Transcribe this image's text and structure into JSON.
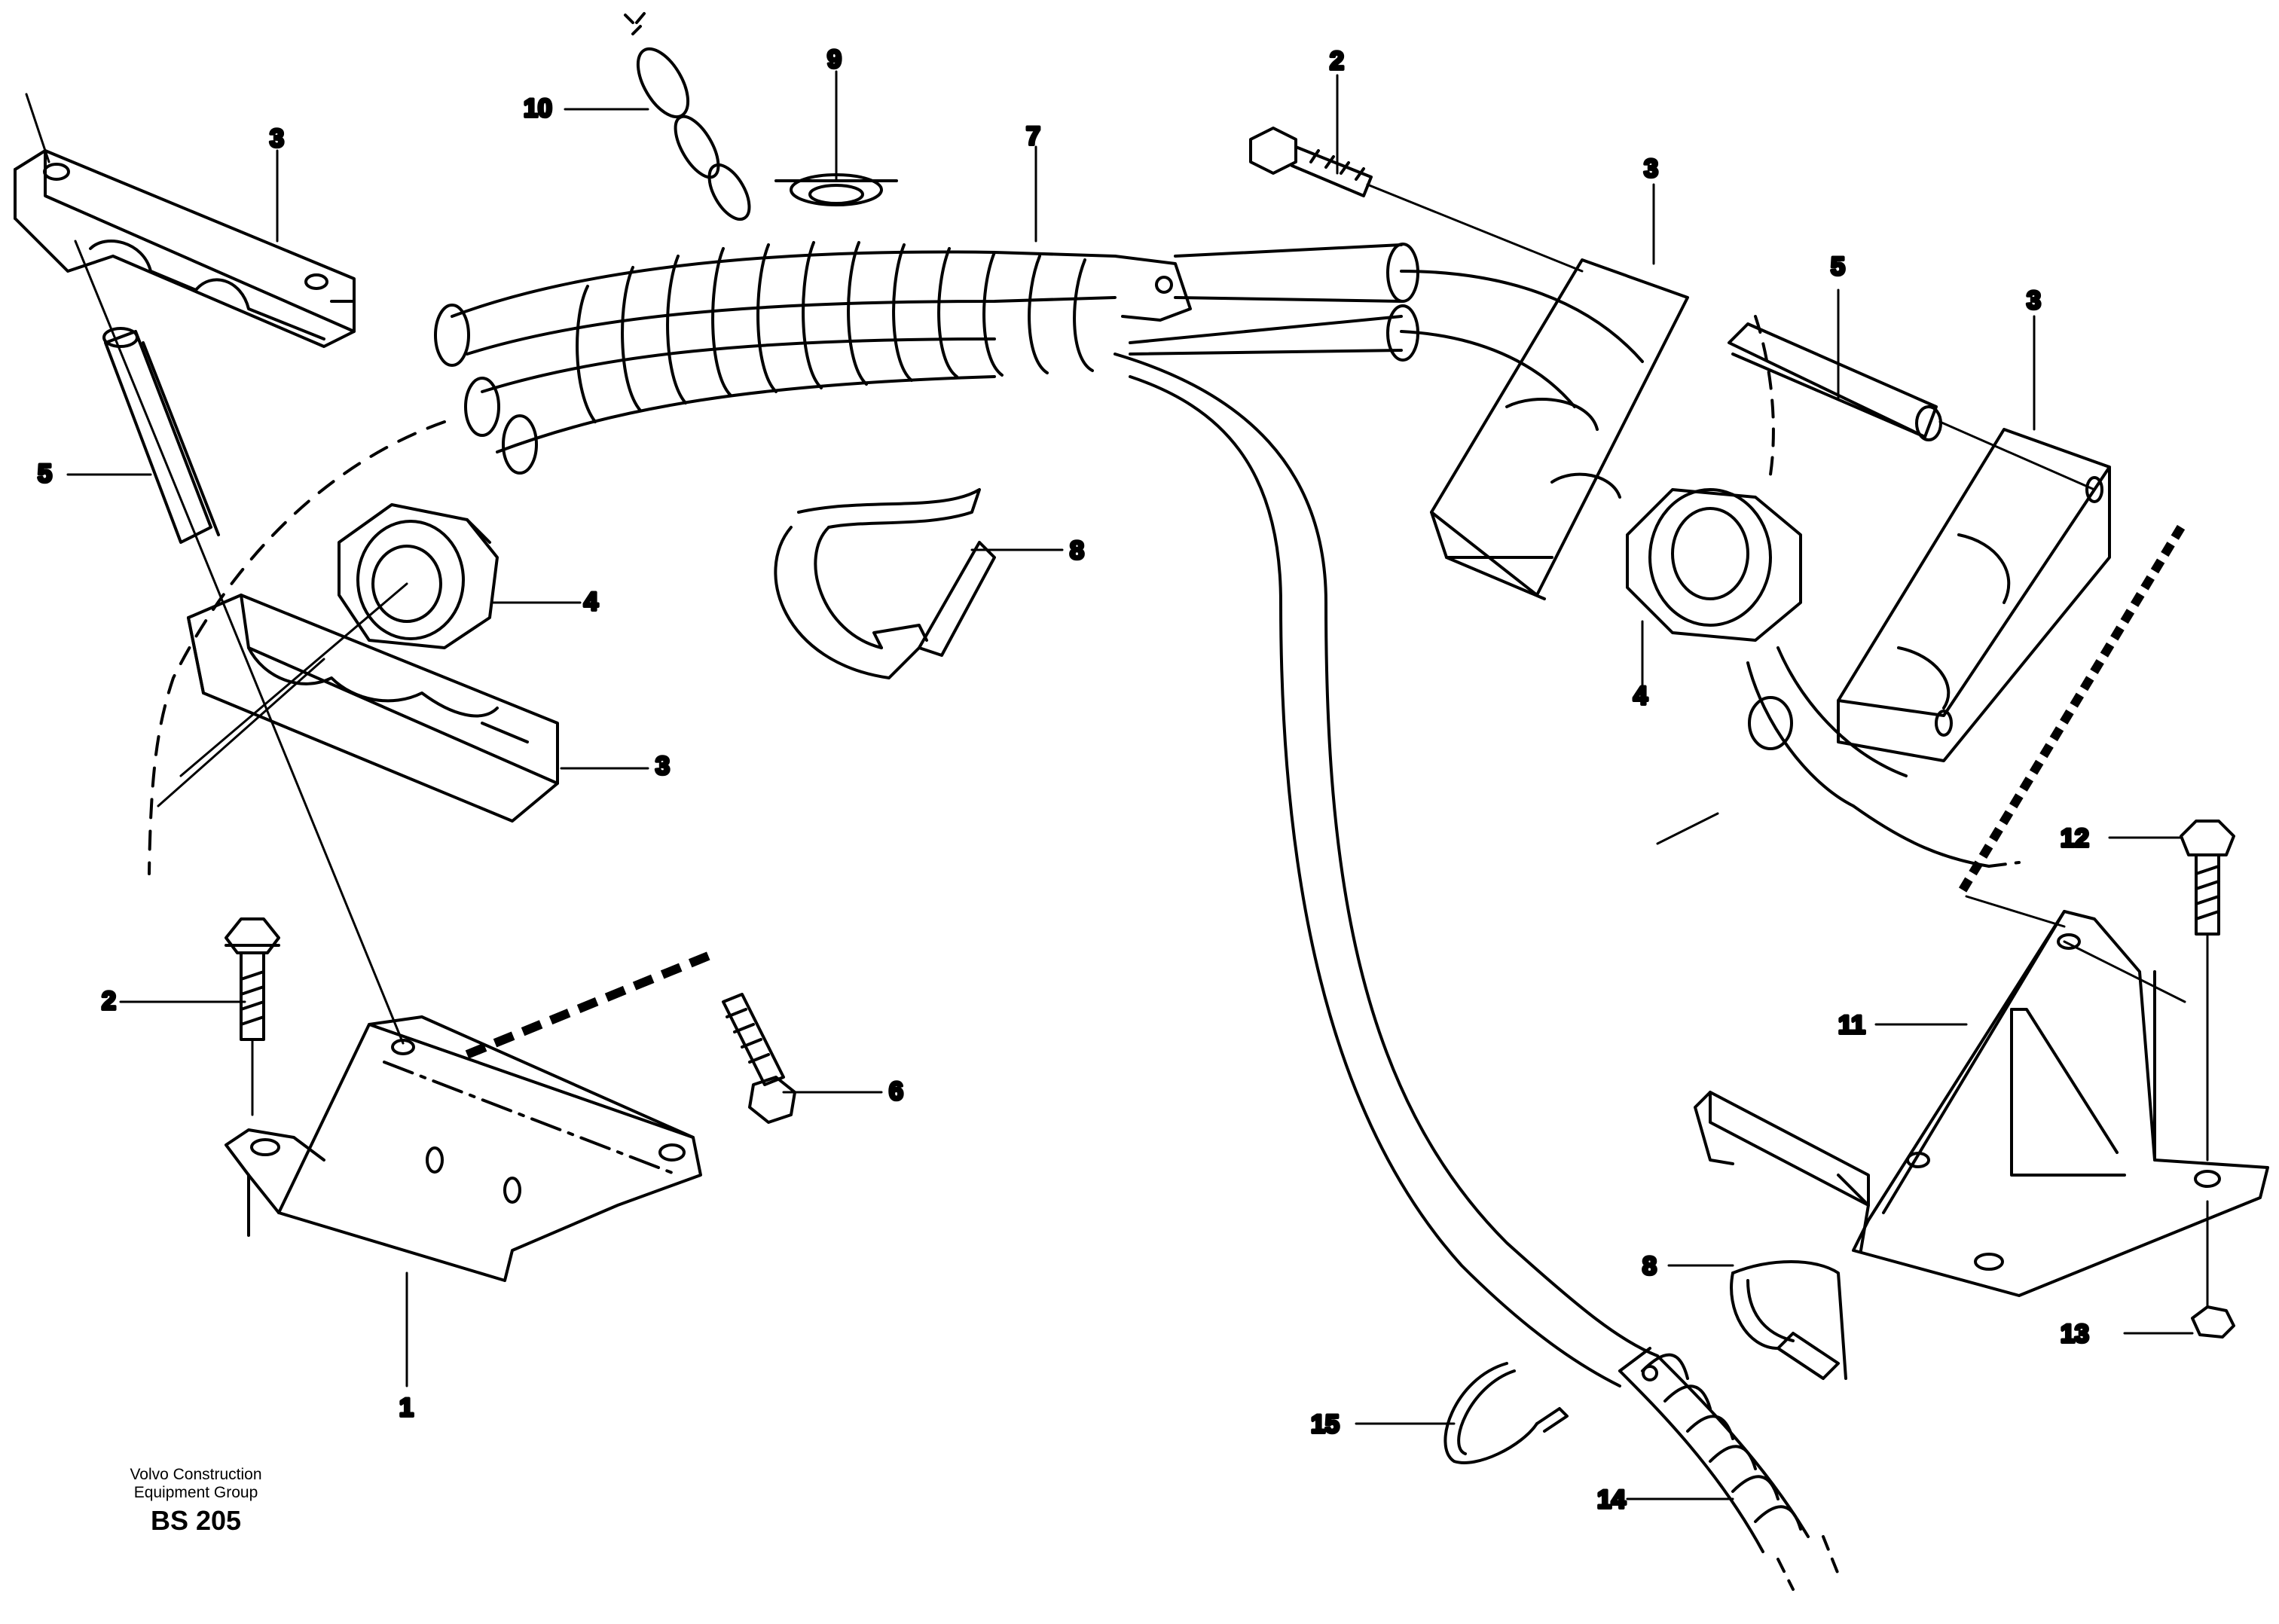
{
  "footer": {
    "company_line1": "Volvo Construction",
    "company_line2": "Equipment Group",
    "code": "BS 205"
  },
  "callouts": {
    "c1": "1",
    "c2a": "2",
    "c2b": "2",
    "c3a": "3",
    "c3b": "3",
    "c3c": "3",
    "c3d": "3",
    "c4a": "4",
    "c4b": "4",
    "c5a": "5",
    "c5b": "5",
    "c6": "6",
    "c7": "7",
    "c8a": "8",
    "c8b": "8",
    "c9": "9",
    "c10": "10",
    "c11": "11",
    "c12": "12",
    "c13": "13",
    "c14": "14",
    "c15": "15"
  }
}
